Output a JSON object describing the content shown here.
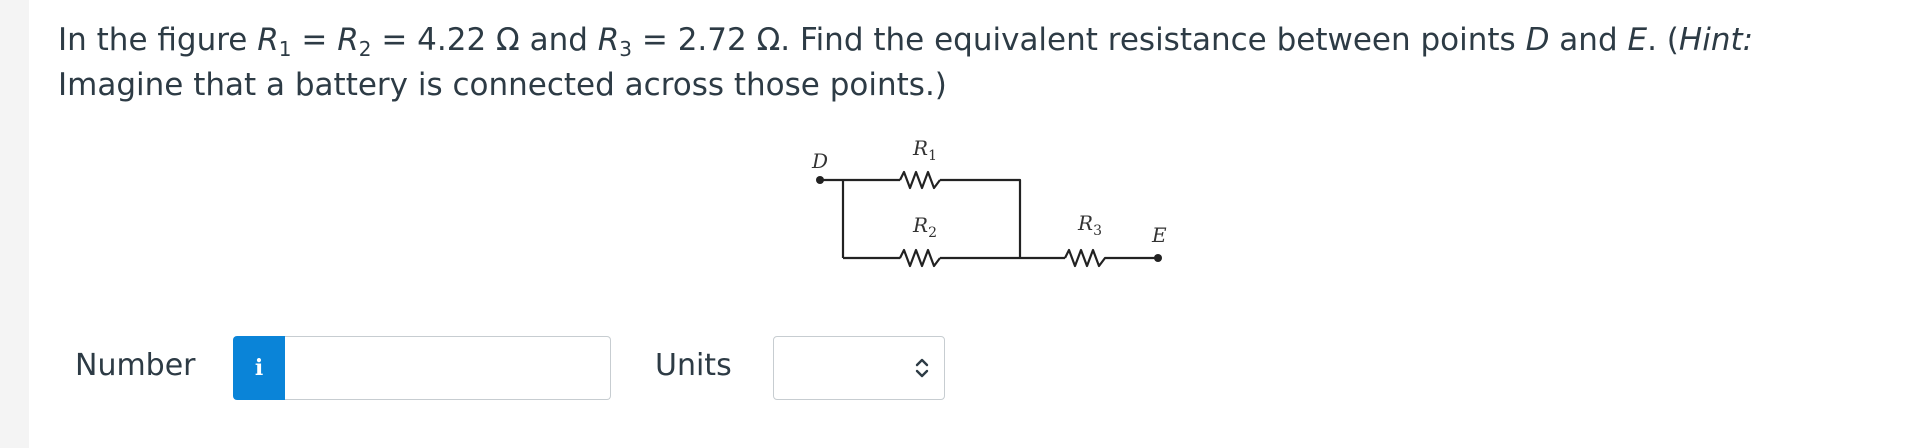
{
  "question": {
    "p1": "In the figure ",
    "r1": "R",
    "r1_sub": "1",
    "eq1": " = ",
    "r2": "R",
    "r2_sub": "2",
    "val12": " = 4.22 Ω and ",
    "r3": "R",
    "r3_sub": "3",
    "val3": " = 2.72 Ω. Find the equivalent resistance between points ",
    "pt_d": "D",
    "and": " and ",
    "pt_e": "E",
    "p2": ". (",
    "hint_label": "Hint:",
    "hint_text": " Imagine that a battery is connected across those points.)"
  },
  "circuit": {
    "label_d": "D",
    "label_e": "E",
    "label_r1": "R",
    "sub_r1": "1",
    "label_r2": "R",
    "sub_r2": "2",
    "label_r3": "R",
    "sub_r3": "3"
  },
  "answer": {
    "number_label": "Number",
    "info_icon": "i",
    "number_value": "",
    "units_label": "Units",
    "units_value": ""
  }
}
